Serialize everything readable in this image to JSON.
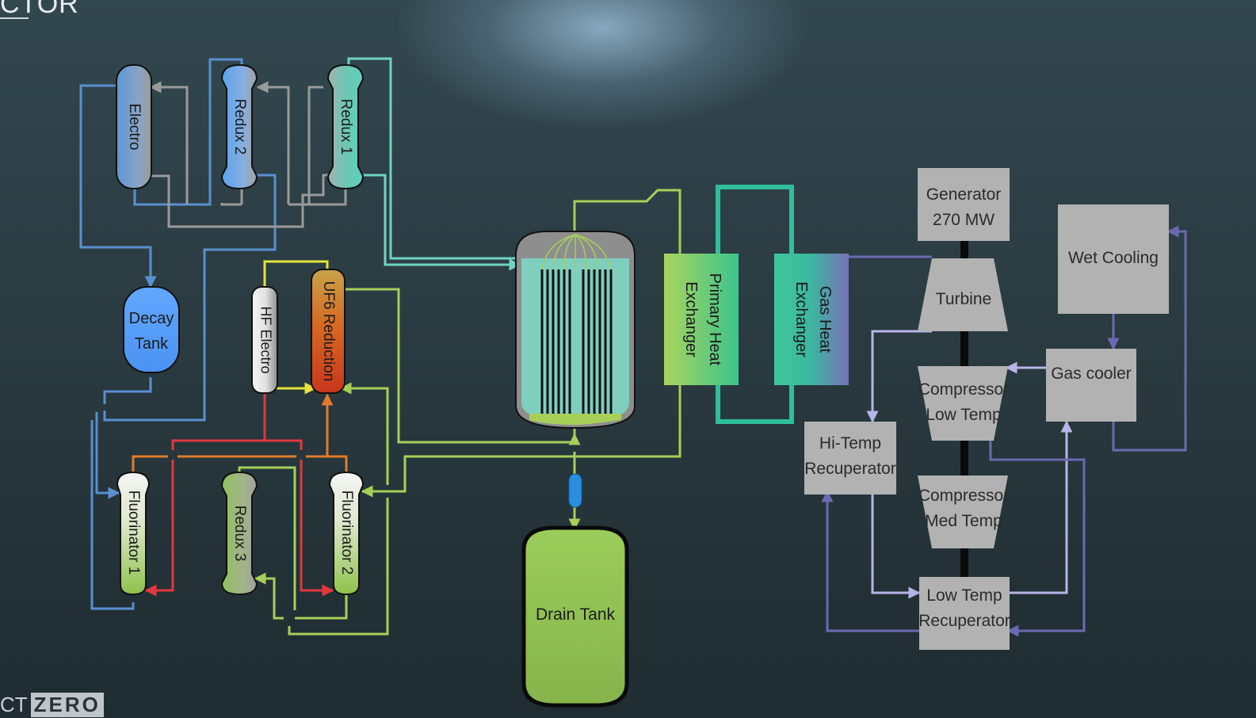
{
  "header": {
    "title_fragment": "CTOR"
  },
  "logo": {
    "prefix": "CT",
    "mark": "ZERO"
  },
  "colors": {
    "salt_loop": "#5b8fd0",
    "gray_loop": "#9a9a9a",
    "teal_loop": "#6fd3c4",
    "fuel_loop": "#a6cf58",
    "primary_loop": "#2fbf9a",
    "gas_loop": "#6b6ab0",
    "gas_loop_light": "#b7b4e6",
    "hf_loop": "#e6e33a",
    "red_loop": "#e0383f",
    "orange_loop": "#e27a2e"
  },
  "components": {
    "electro": "Electro",
    "redux2": "Redux 2",
    "redux1": "Redux 1",
    "decay_tank": [
      "Decay",
      "Tank"
    ],
    "hf_electro": "HF Electro",
    "uf6_reduction": "UF6 Reduction",
    "fluorinator1": "Fluorinator 1",
    "redux3": "Redux 3",
    "fluorinator2": "Fluorinator 2",
    "drain_tank": "Drain Tank",
    "primary_hx": [
      "Primary Heat",
      "Exchanger"
    ],
    "gas_hx": [
      "Gas Heat",
      "Exchanger"
    ],
    "generator": [
      "Generator",
      "270 MW"
    ],
    "turbine": "Turbine",
    "comp_low": [
      "Compressor",
      "Low Temp"
    ],
    "comp_med": [
      "Compressor",
      "Med Temp"
    ],
    "hi_recup": [
      "Hi-Temp",
      "Recuperator"
    ],
    "low_recup": [
      "Low Temp",
      "Recuperator"
    ],
    "wet_cooling": "Wet Cooling",
    "gas_cooler": "Gas cooler"
  }
}
